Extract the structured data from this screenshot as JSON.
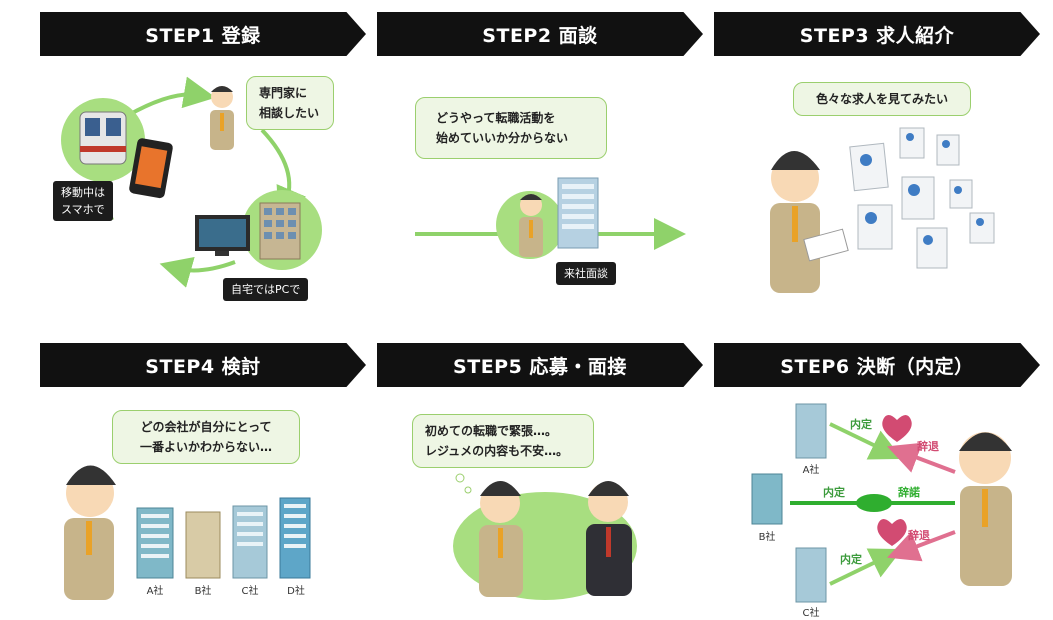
{
  "steps": [
    {
      "title": "STEP1 登録"
    },
    {
      "title": "STEP2 面談"
    },
    {
      "title": "STEP3 求人紹介"
    },
    {
      "title": "STEP4 検討"
    },
    {
      "title": "STEP5 応募・面接"
    },
    {
      "title": "STEP6 決断（内定）"
    }
  ],
  "step1": {
    "bubble": "専門家に\n相談したい",
    "mobile_label": "移動中は\nスマホで",
    "home_label": "自宅ではPCで"
  },
  "step2": {
    "bubble": "どうやって転職活動を\n始めていいか分からない",
    "visit_label": "来社面談"
  },
  "step3": {
    "bubble": "色々な求人を見てみたい"
  },
  "step4": {
    "bubble": "どの会社が自分にとって\n一番よいかわからない…",
    "companies": [
      "A社",
      "B社",
      "C社",
      "D社"
    ]
  },
  "step5": {
    "bubble": "初めての転職で緊張…。\nレジュメの内容も不安…。"
  },
  "step6": {
    "company_a": "A社",
    "company_b": "B社",
    "company_c": "C社",
    "offer_a": "内定",
    "offer_b": "内定",
    "offer_c": "内定",
    "decline_a": "辞退",
    "accept_b": "辞諾",
    "decline_c": "辞退"
  },
  "colors": {
    "header_bg": "#111111",
    "accent_green": "#8fd26a",
    "bubble_bg": "#eef6e4",
    "decline_pink": "#d24b72",
    "accept_green": "#2fae2f"
  }
}
